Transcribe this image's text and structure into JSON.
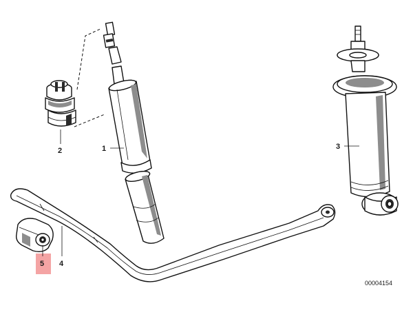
{
  "diagram": {
    "parts": [
      {
        "number": "1",
        "name": "shock-absorber-front"
      },
      {
        "number": "2",
        "name": "rubber-bushing"
      },
      {
        "number": "3",
        "name": "shock-absorber-rear"
      },
      {
        "number": "4",
        "name": "stabilizer-bar"
      },
      {
        "number": "5",
        "name": "stabilizer-bushing",
        "highlighted": true,
        "highlight_color": "#f4a4a4"
      }
    ],
    "reference_code": "00004154"
  }
}
